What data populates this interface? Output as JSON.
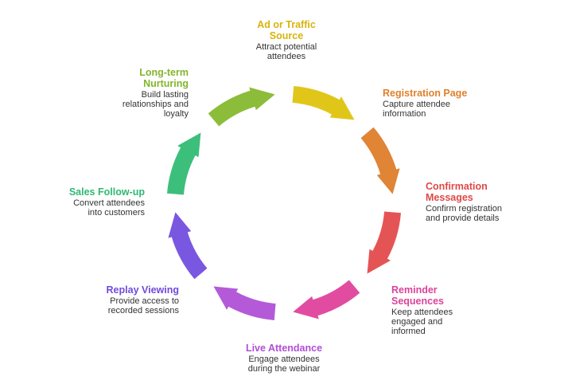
{
  "stages": [
    {
      "title": "Ad or Traffic\nSource",
      "description": "Attract potential\nattendees",
      "color": "#e1c61a"
    },
    {
      "title": "Registration Page",
      "description": "Capture attendee\ninformation",
      "color": "#e08435"
    },
    {
      "title": "Confirmation\nMessages",
      "description": "Confirm registration\nand provide details",
      "color": "#e55454"
    },
    {
      "title": "Reminder\nSequences",
      "description": "Keep attendees\nengaged and\ninformed",
      "color": "#e14ca1"
    },
    {
      "title": "Live Attendance",
      "description": "Engage attendees\nduring the webinar",
      "color": "#b45ad9"
    },
    {
      "title": "Replay Viewing",
      "description": "Provide access to\nrecorded sessions",
      "color": "#7a57e0"
    },
    {
      "title": "Sales Follow-up",
      "description": "Convert attendees\ninto customers",
      "color": "#3dbf7c"
    },
    {
      "title": "Long-term\nNurturing",
      "description": "Build lasting\nrelationships and\nloyalty",
      "color": "#8cbd3a"
    }
  ]
}
